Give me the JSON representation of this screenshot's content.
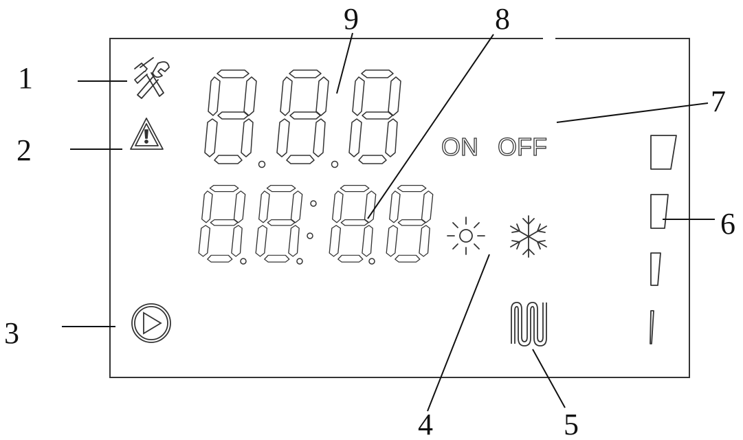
{
  "display": {
    "mode_text": {
      "on": "ON",
      "off": "OFF"
    },
    "upper_digits": {
      "count": 3
    },
    "lower_digits": {
      "count": 4
    }
  },
  "callouts": [
    {
      "number": "1",
      "target": "tools-icon"
    },
    {
      "number": "2",
      "target": "warning-icon"
    },
    {
      "number": "3",
      "target": "pump-icon"
    },
    {
      "number": "4",
      "target": "sun-icon"
    },
    {
      "number": "5",
      "target": "heater-icon"
    },
    {
      "number": "6",
      "target": "level-bars"
    },
    {
      "number": "7",
      "target": "on-off-text"
    },
    {
      "number": "8",
      "target": "lower-digit-group"
    },
    {
      "number": "9",
      "target": "upper-digit-group"
    }
  ],
  "colors": {
    "stroke": "#333333",
    "text": "#111111",
    "background": "#ffffff"
  }
}
